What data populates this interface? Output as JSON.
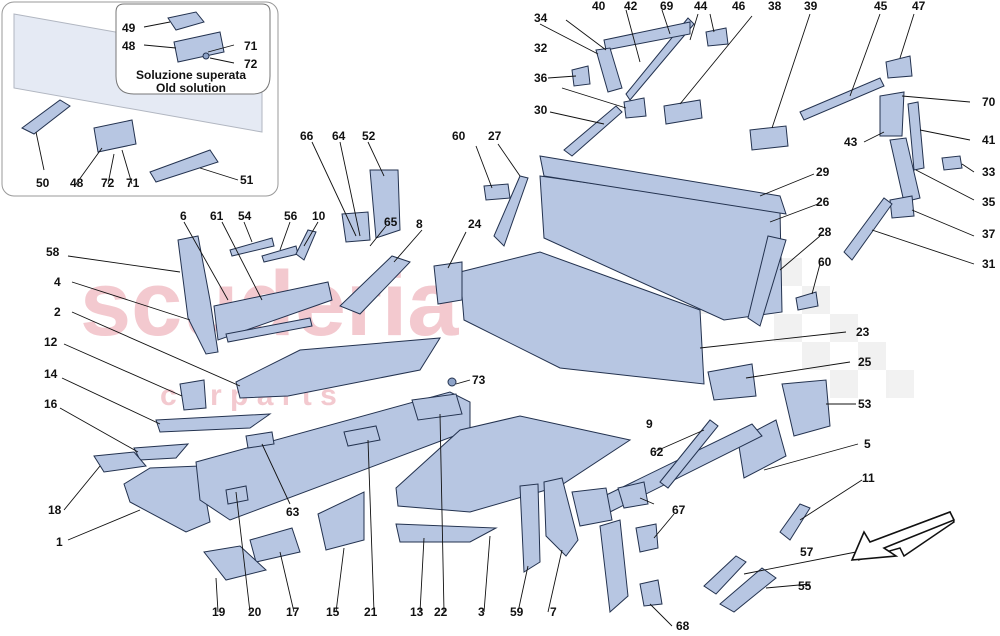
{
  "watermark": {
    "main": "scuderia",
    "sub": "c a r p a r t s"
  },
  "inset": {
    "line1": "Soluzione superata",
    "line2": "Old solution"
  },
  "labels": {
    "n1": "1",
    "n2": "2",
    "n3": "3",
    "n4": "4",
    "n5": "5",
    "n6": "6",
    "n7": "7",
    "n8": "8",
    "n9": "9",
    "n10": "10",
    "n11": "11",
    "n12": "12",
    "n13": "13",
    "n14": "14",
    "n15": "15",
    "n16": "16",
    "n17": "17",
    "n18": "18",
    "n19": "19",
    "n20": "20",
    "n21": "21",
    "n22": "22",
    "n23": "23",
    "n24": "24",
    "n25": "25",
    "n26": "26",
    "n27": "27",
    "n28": "28",
    "n29": "29",
    "n30": "30",
    "n31": "31",
    "n32": "32",
    "n33": "33",
    "n34": "34",
    "n35": "35",
    "n36": "36",
    "n37": "37",
    "n38": "38",
    "n39": "39",
    "n40": "40",
    "n41": "41",
    "n42": "42",
    "n43": "43",
    "n44": "44",
    "n45": "45",
    "n46": "46",
    "n47": "47",
    "n48": "48",
    "n49": "49",
    "n50": "50",
    "n51": "51",
    "n52": "52",
    "n53": "53",
    "n54": "54",
    "n55": "55",
    "n56": "56",
    "n57": "57",
    "n58": "58",
    "n59": "59",
    "n60": "60",
    "n61": "61",
    "n62": "62",
    "n63": "63",
    "n64": "64",
    "n65": "65",
    "n66": "66",
    "n67": "67",
    "n68": "68",
    "n69": "69",
    "n70": "70",
    "n71": "71",
    "n72": "72",
    "n73": "73"
  },
  "colors": {
    "part_fill": "#b7c6e2",
    "part_stroke": "#23324f",
    "watermark": "#f3c9cf",
    "checker": "#d9d9d9"
  },
  "icons": {
    "direction": "front-direction-arrow-icon"
  }
}
